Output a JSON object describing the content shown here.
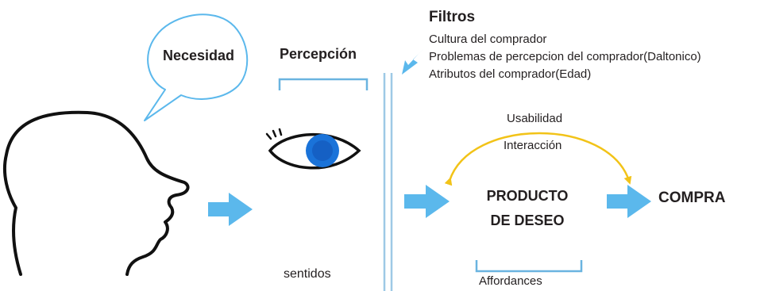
{
  "filters": {
    "title": "Filtros",
    "items": [
      "Cultura del comprador",
      "Problemas de percepcion del comprador(Daltonico)",
      "Atributos del comprador(Edad)"
    ]
  },
  "need_bubble": {
    "label": "Necesidad"
  },
  "perception": {
    "label": "Percepción",
    "senses_label": "sentidos"
  },
  "product": {
    "line1": "PRODUCTO",
    "line2": "DE DESEO"
  },
  "arc_labels": {
    "top": "Usabilidad",
    "bottom": "Interacción"
  },
  "purchase": {
    "label": "COMPRA"
  },
  "affordances": {
    "label": "Affordances"
  },
  "colors": {
    "arrow": "#5bb8ec",
    "bracket": "#6ab4e0",
    "eye_iris": "#1a73d9",
    "arc": "#f2c318",
    "outline": "#111111",
    "bubble_stroke": "#5bb8ec"
  }
}
